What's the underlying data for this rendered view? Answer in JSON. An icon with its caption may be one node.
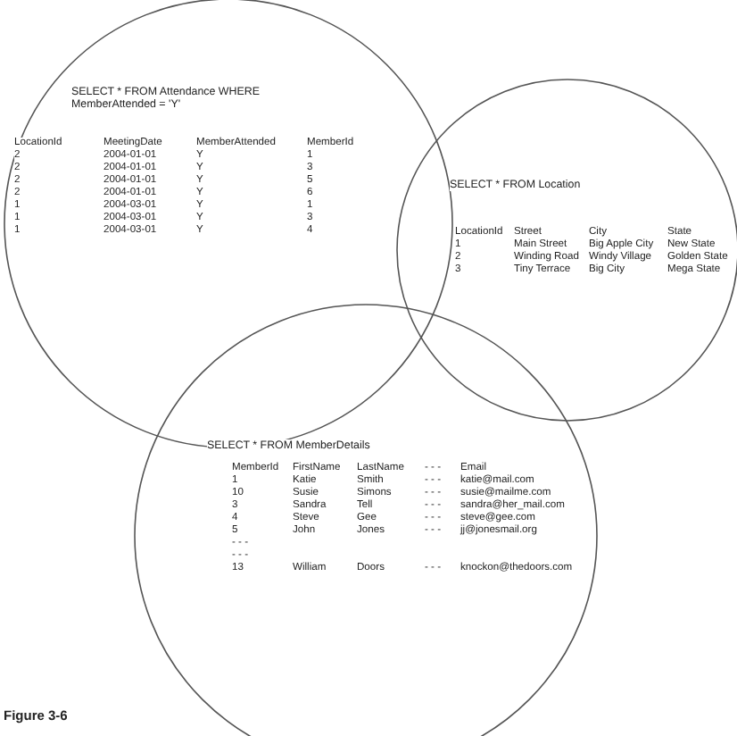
{
  "diagram": {
    "caption": "Figure 3-6",
    "nodes": [
      {
        "text": [
          "SELECT * FROM Attendance WHERE MemberAttended = 'Y'",
          "LocationId",
          "MeetingDate",
          "MemberAttended",
          "MemberId",
          "2",
          "2004-01-01",
          "Y",
          "1",
          "2",
          "2004-01-01",
          "Y",
          "3",
          "2",
          "2004-01-01",
          "Y",
          "5",
          "2",
          "2004-01-01",
          "Y",
          "6",
          "1",
          "2004-03-01",
          "Y",
          "1",
          "1",
          "2004-03-01",
          "Y",
          "3",
          "1",
          "2004-03-01",
          "Y",
          "4"
        ]
      },
      {
        "text": [
          "SELECT * FROM Location",
          "LocationId",
          "Street",
          "City",
          "State",
          "1",
          "Main Street",
          "Big Apple City",
          "New State",
          "2",
          "Winding Road",
          "Windy Village",
          "Golden State",
          "3",
          "Tiny Terrace",
          "Big City",
          "Mega State"
        ]
      },
      {
        "text": [
          "SELECT * FROM MemberDetails",
          "MemberId",
          "FirstName",
          "LastName",
          "- - -",
          "Email",
          "1",
          "Katie",
          "Smith",
          "- - -",
          "katie@mail.com",
          "10",
          "Susie",
          "Simons",
          "- - -",
          "susie@mailme.com",
          "3",
          "Sandra",
          "Tell",
          "- - -",
          "sandra@her_mail.com",
          "4",
          "Steve",
          "Gee",
          "- - -",
          "steve@gee.com",
          "5",
          "John",
          "Jones",
          "- - -",
          "jj@jonesmail.org",
          "- - -",
          "- - -",
          "13",
          "William",
          "Doors",
          "- - -",
          "knockon@thedoors.com"
        ]
      }
    ]
  }
}
